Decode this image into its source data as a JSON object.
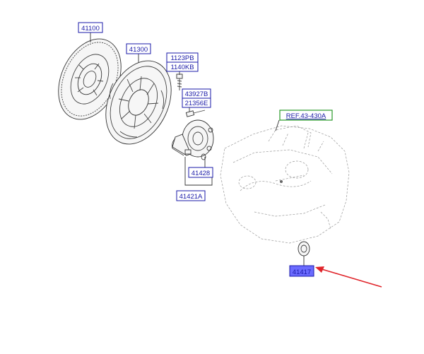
{
  "callouts": {
    "c41100": "41100",
    "c41300": "41300",
    "c1123pb": "1123PB",
    "c1140kb": "1140KB",
    "c43927b": "43927B",
    "c21356e": "21356E",
    "c41428": "41428",
    "c41421a": "41421A",
    "c41417": "41417"
  },
  "reference": {
    "label": "REF.43-430A"
  },
  "colors": {
    "callout_text": "#1a1aa8",
    "callout_border": "#1a1aa8",
    "highlight_fill": "#6b6bff",
    "reference_border": "#2a9a2a",
    "arrow": "#e0242a"
  },
  "icons": {
    "clutch_disc": "clutch-disc-icon",
    "pressure_plate": "pressure-plate-icon",
    "release_cylinder": "release-cylinder-icon",
    "transaxle": "transaxle-icon"
  }
}
